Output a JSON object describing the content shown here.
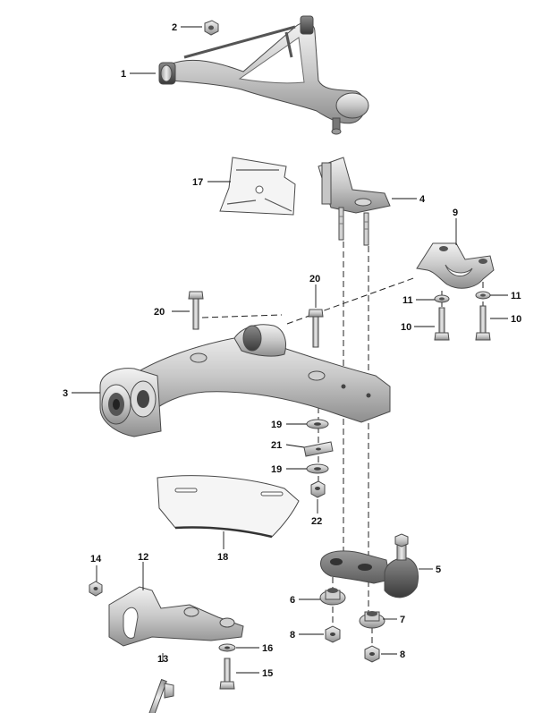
{
  "diagram": {
    "callouts": [
      {
        "id": "c1",
        "label": "1"
      },
      {
        "id": "c2",
        "label": "2"
      },
      {
        "id": "c3",
        "label": "3"
      },
      {
        "id": "c4",
        "label": "4"
      },
      {
        "id": "c5",
        "label": "5"
      },
      {
        "id": "c6",
        "label": "6"
      },
      {
        "id": "c7",
        "label": "7"
      },
      {
        "id": "c8a",
        "label": "8"
      },
      {
        "id": "c8b",
        "label": "8"
      },
      {
        "id": "c9",
        "label": "9"
      },
      {
        "id": "c10a",
        "label": "10"
      },
      {
        "id": "c10b",
        "label": "10"
      },
      {
        "id": "c11a",
        "label": "11"
      },
      {
        "id": "c11b",
        "label": "11"
      },
      {
        "id": "c12",
        "label": "12"
      },
      {
        "id": "c13",
        "label": "13"
      },
      {
        "id": "c14",
        "label": "14"
      },
      {
        "id": "c15",
        "label": "15"
      },
      {
        "id": "c16",
        "label": "16"
      },
      {
        "id": "c17",
        "label": "17"
      },
      {
        "id": "c18",
        "label": "18"
      },
      {
        "id": "c19a",
        "label": "19"
      },
      {
        "id": "c19b",
        "label": "19"
      },
      {
        "id": "c20a",
        "label": "20"
      },
      {
        "id": "c20b",
        "label": "20"
      },
      {
        "id": "c21",
        "label": "21"
      },
      {
        "id": "c22",
        "label": "22"
      }
    ],
    "colors": {
      "metal_light": "#e4e4e4",
      "metal_mid": "#b9b9b9",
      "metal_dark": "#7c7c7c",
      "rubber": "#2c2c2c",
      "line": "#111111"
    }
  }
}
